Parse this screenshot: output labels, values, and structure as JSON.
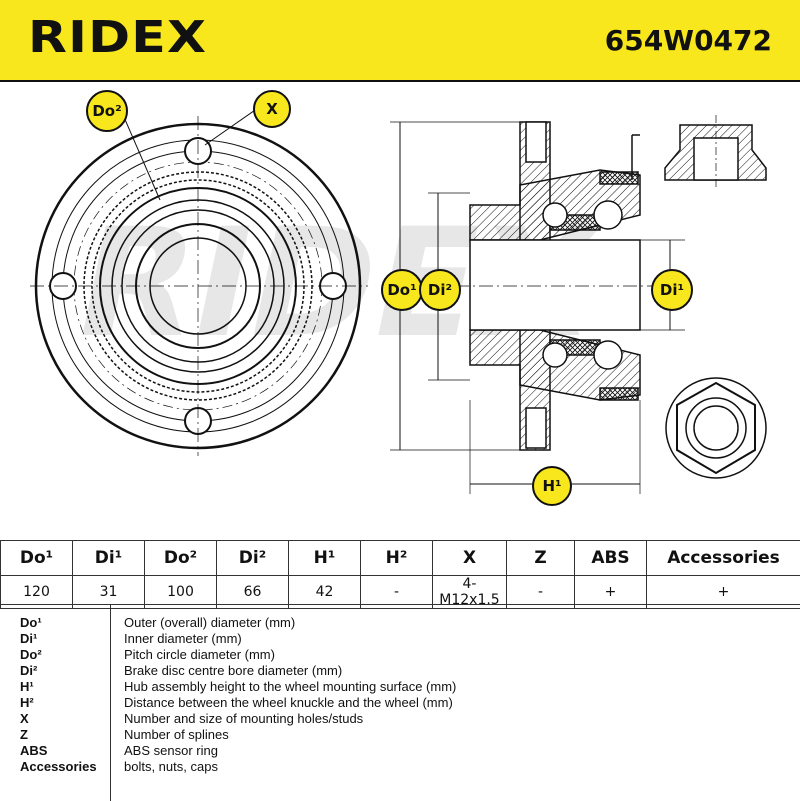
{
  "header": {
    "brand": "RIDEX",
    "part_number": "654W0472"
  },
  "callouts": {
    "do2": "Do²",
    "x": "X",
    "do1": "Do¹",
    "di2": "Di²",
    "di1": "Di¹",
    "h1": "H¹"
  },
  "watermark": "RIDEX",
  "table": {
    "headers": [
      "Do¹",
      "Di¹",
      "Do²",
      "Di²",
      "H¹",
      "H²",
      "X",
      "Z",
      "ABS",
      "Accessories"
    ],
    "values": [
      "120",
      "31",
      "100",
      "66",
      "42",
      "-",
      "4-M12x1.5",
      "-",
      "+",
      "+"
    ]
  },
  "legend": [
    {
      "key": "Do¹",
      "value": "Outer (overall) diameter (mm)"
    },
    {
      "key": "Di¹",
      "value": "Inner diameter (mm)"
    },
    {
      "key": "Do²",
      "value": "Pitch circle diameter (mm)"
    },
    {
      "key": "Di²",
      "value": "Brake disc centre bore diameter (mm)"
    },
    {
      "key": "H¹",
      "value": "Hub assembly height to the wheel mounting surface (mm)"
    },
    {
      "key": "H²",
      "value": "Distance between the wheel knuckle and the wheel (mm)"
    },
    {
      "key": "X",
      "value": "Number and size of mounting holes/studs"
    },
    {
      "key": "Z",
      "value": "Number of splines"
    },
    {
      "key": "ABS",
      "value": "ABS sensor ring"
    },
    {
      "key": "Accessories",
      "value": "bolts, nuts, caps"
    }
  ],
  "colors": {
    "accent": "#f8e71c",
    "line": "#111111",
    "watermark": "#d9d9d9"
  }
}
